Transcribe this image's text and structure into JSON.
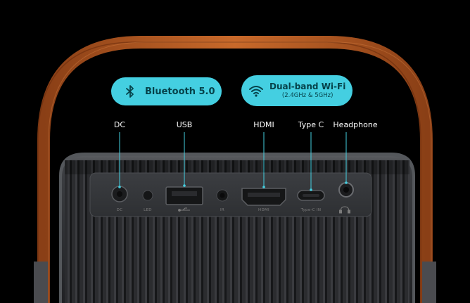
{
  "features": {
    "bluetooth": {
      "label": "Bluetooth 5.0",
      "icon": "bluetooth-icon"
    },
    "wifi": {
      "label": "Dual-band Wi-Fi",
      "sublabel": "(2.4GHz & 5GHz)",
      "icon": "wifi-icon"
    }
  },
  "callouts": {
    "dc": "DC",
    "usb": "USB",
    "hdmi": "HDMI",
    "typec": "Type C",
    "headphone": "Headphone"
  },
  "ports": {
    "dc": "DC",
    "led": "LED",
    "ir": "IR",
    "hdmi": "HDMI",
    "typec": "Type-C IN"
  },
  "colors": {
    "accent": "#44cfe1",
    "background": "#000000",
    "leather": "#b9622a",
    "panel": "#3a3c40"
  }
}
